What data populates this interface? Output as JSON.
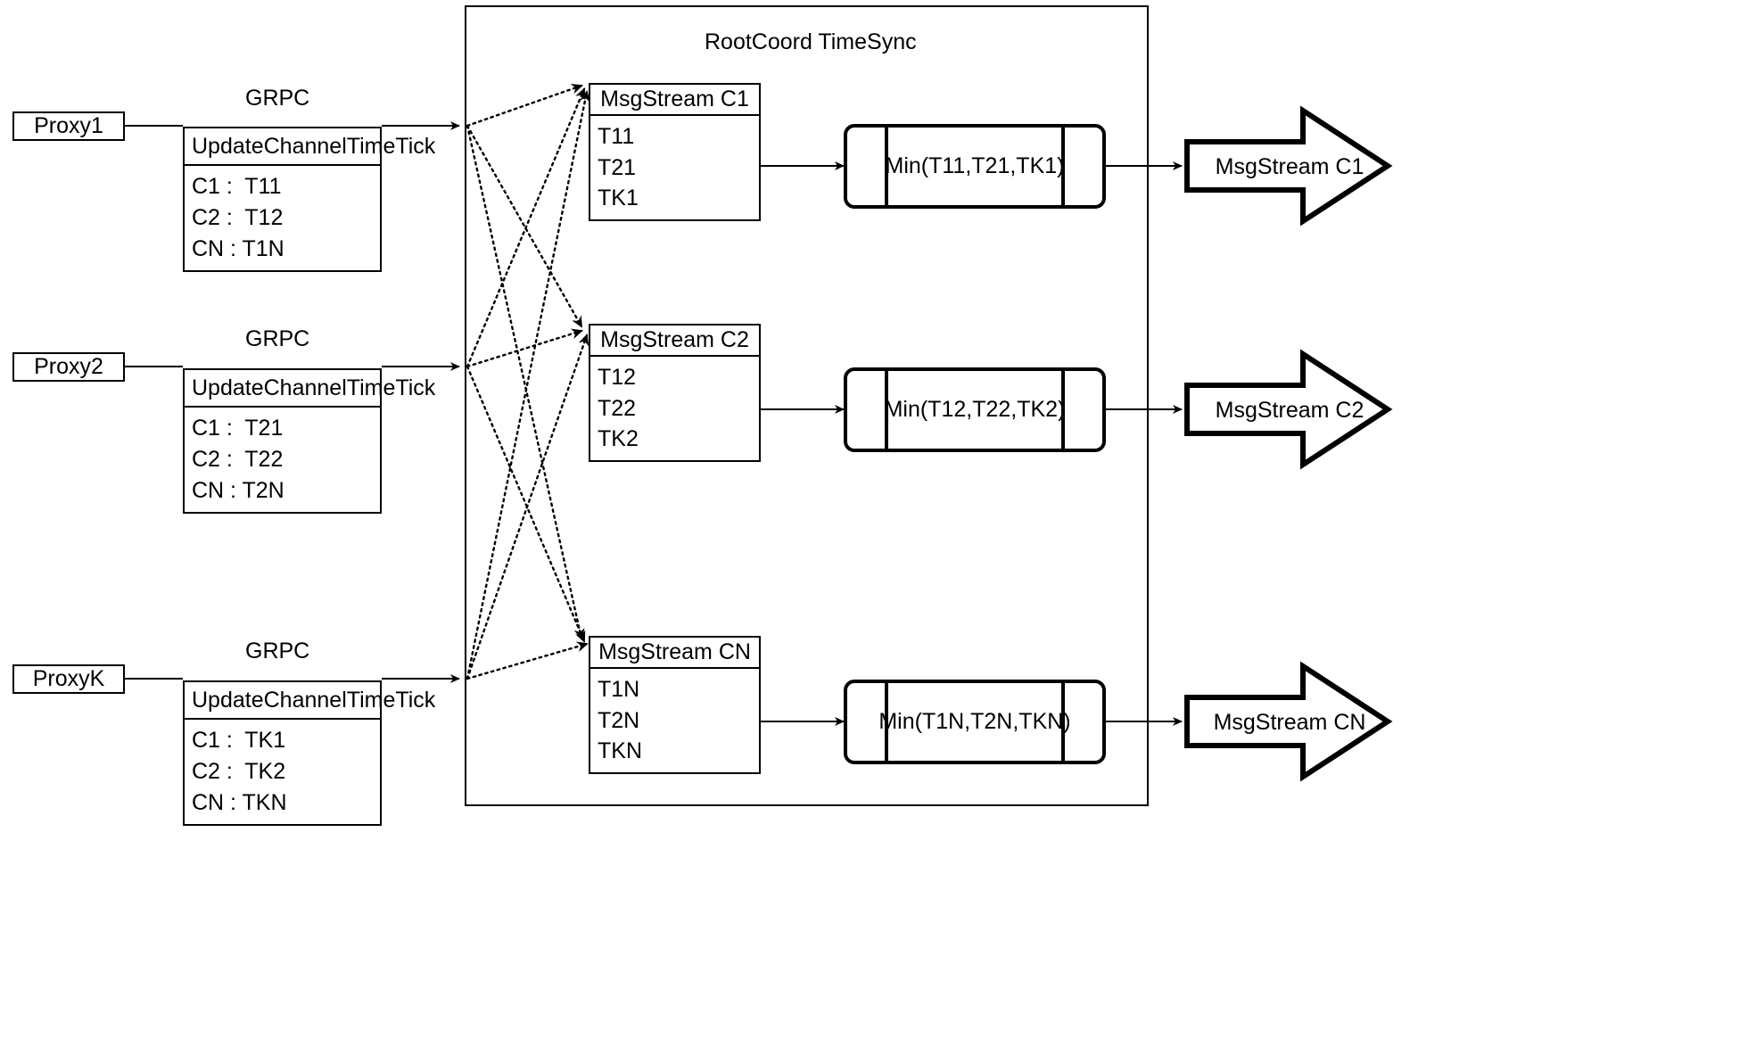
{
  "diagram": {
    "title": "RootCoord TimeSync",
    "container_label": "RootCoord TimeSync",
    "link_label": "GRPC",
    "accent_color": "#000000",
    "background_color": "#ffffff"
  },
  "proxies": [
    {
      "label": "Proxy1"
    },
    {
      "label": "Proxy2"
    },
    {
      "label": "ProxyK"
    }
  ],
  "grpc_labels": [
    {
      "label": "GRPC"
    },
    {
      "label": "GRPC"
    },
    {
      "label": "GRPC"
    }
  ],
  "timetick_boxes": [
    {
      "title": "UpdateChannelTimeTick",
      "rows": [
        "C1 :  T11",
        "C2 :  T12",
        "CN : T1N"
      ]
    },
    {
      "title": "UpdateChannelTimeTick",
      "rows": [
        "C1 :  T21",
        "C2 :  T22",
        "CN : T2N"
      ]
    },
    {
      "title": "UpdateChannelTimeTick",
      "rows": [
        "C1 :  TK1",
        "C2 :  TK2",
        "CN : TKN"
      ]
    }
  ],
  "msgstream_boxes": [
    {
      "title": "MsgStream C1",
      "rows": [
        "T11",
        "T21",
        "TK1"
      ]
    },
    {
      "title": "MsgStream C2",
      "rows": [
        "T12",
        "T22",
        "TK2"
      ]
    },
    {
      "title": "MsgStream CN",
      "rows": [
        "T1N",
        "T2N",
        "TKN"
      ]
    }
  ],
  "min_nodes": [
    {
      "label": "Min(T11,T21,TK1)"
    },
    {
      "label": "Min(T12,T22,TK2)"
    },
    {
      "label": "Min(T1N,T2N,TKN)"
    }
  ],
  "output_arrows": [
    {
      "label": "MsgStream C1"
    },
    {
      "label": "MsgStream C2"
    },
    {
      "label": "MsgStream CN"
    }
  ]
}
